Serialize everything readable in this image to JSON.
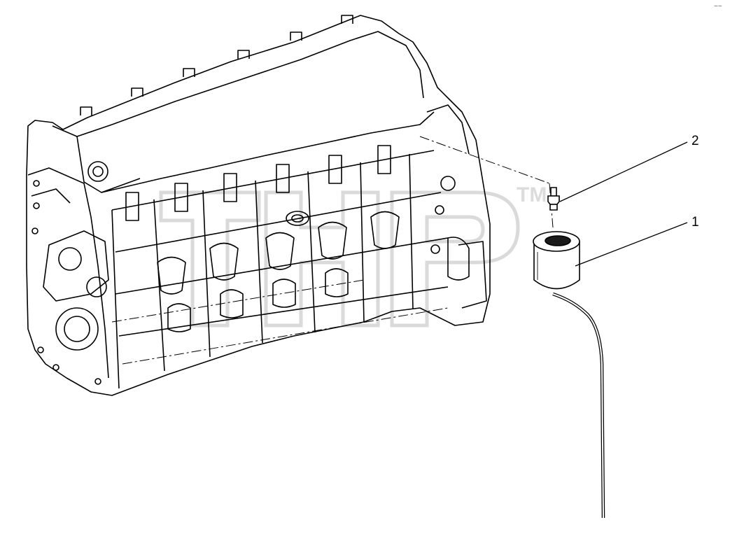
{
  "diagram": {
    "callouts": [
      {
        "id": "1",
        "label": "1"
      },
      {
        "id": "2",
        "label": "2"
      }
    ],
    "trademark": "TM",
    "corner_mark": "~~"
  },
  "colors": {
    "line": "#000000",
    "watermark": "#d6d6d6",
    "background": "#ffffff"
  }
}
